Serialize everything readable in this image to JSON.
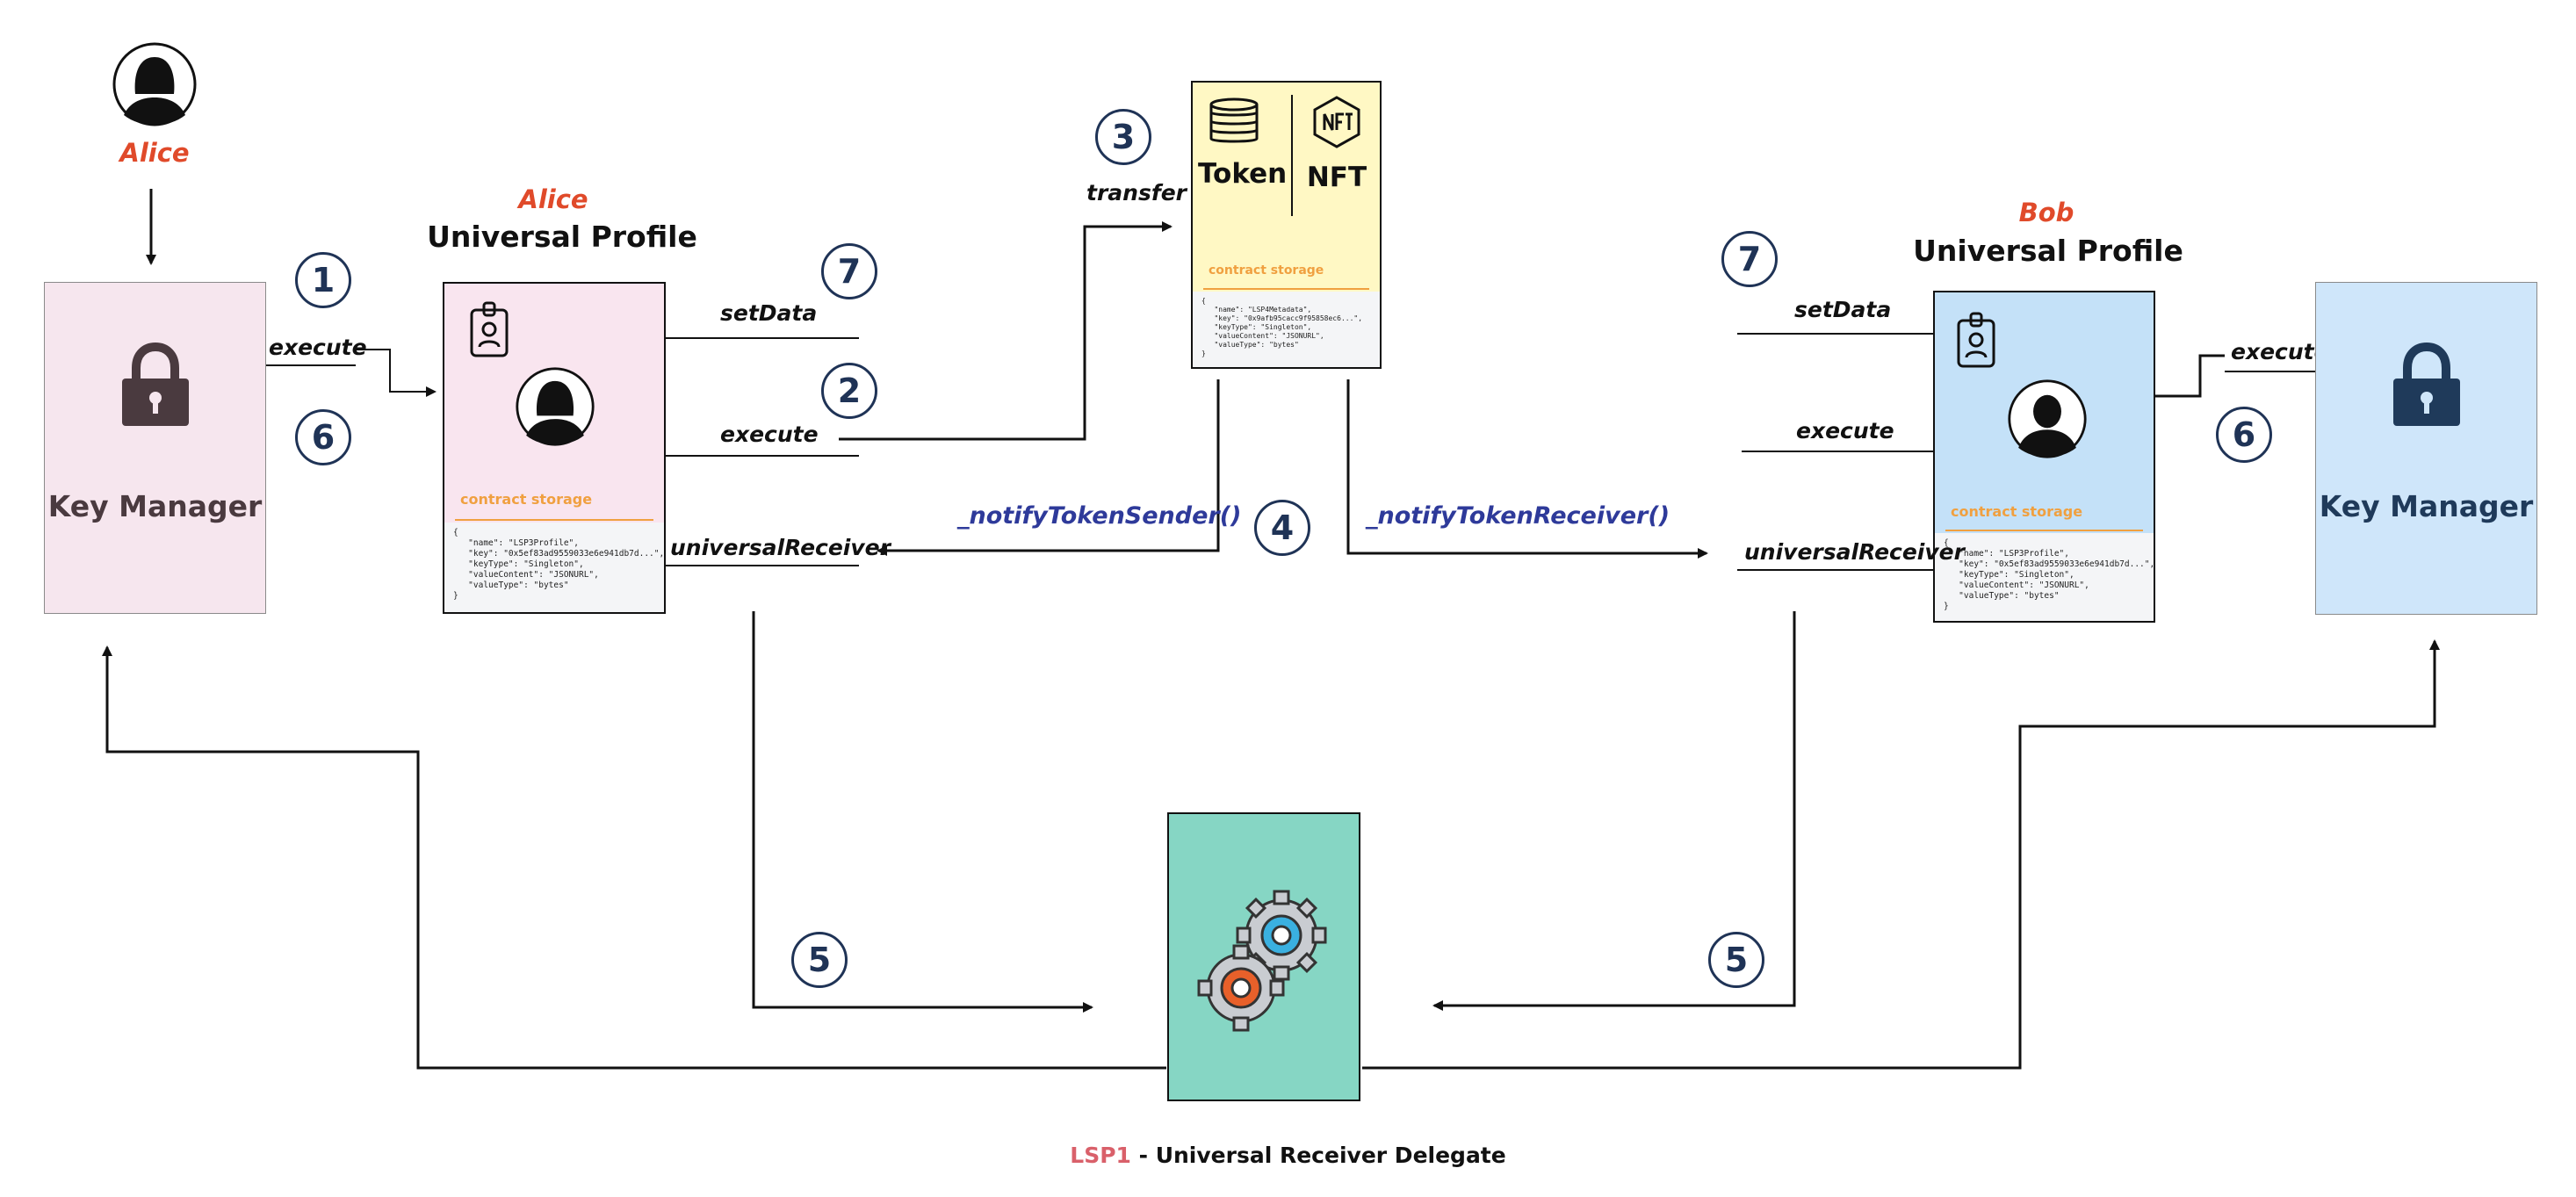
{
  "alice_actor": {
    "name": "Alice"
  },
  "key_manager_left": {
    "title": "Key Manager"
  },
  "key_manager_right": {
    "title": "Key Manager"
  },
  "alice_profile": {
    "owner": "Alice",
    "title": "Universal Profile",
    "storage_label": "contract storage",
    "storage_code": "{\n   \"name\": \"LSP3Profile\",\n   \"key\": \"0x5ef83ad9559033e6e941db7d...\",\n   \"keyType\": \"Singleton\",\n   \"valueContent\": \"JSONURL\",\n   \"valueType\": \"bytes\"\n}"
  },
  "bob_profile": {
    "owner": "Bob",
    "title": "Universal Profile",
    "storage_label": "contract storage",
    "storage_code": "{\n   \"name\": \"LSP3Profile\",\n   \"key\": \"0x5ef83ad9559033e6e941db7d...\",\n   \"keyType\": \"Singleton\",\n   \"valueContent\": \"JSONURL\",\n   \"valueType\": \"bytes\"\n}"
  },
  "asset": {
    "token_label": "Token",
    "nft_label": "NFT",
    "storage_label": "contract storage",
    "storage_code": "{\n   \"name\": \"LSP4Metadata\",\n   \"key\": \"0x9afb95cacc9f95858ec6...\",\n   \"keyType\": \"Singleton\",\n   \"valueContent\": \"JSONURL\",\n   \"valueType\": \"bytes\"\n}"
  },
  "labels": {
    "execute_left_km": "execute",
    "setdata_alice": "setData",
    "execute_alice": "execute",
    "universal_receiver_alice": "universalReceiver",
    "transfer": "transfer",
    "notify_sender": "_notifyTokenSender()",
    "notify_receiver": "_notifyTokenReceiver()",
    "setdata_bob": "setData",
    "execute_bob": "execute",
    "universal_receiver_bob": "universalReceiver",
    "execute_right_km": "execute"
  },
  "steps": {
    "s1": "1",
    "s6_left": "6",
    "s7_alice": "7",
    "s2": "2",
    "s3": "3",
    "s4": "4",
    "s7_bob": "7",
    "s6_right": "6",
    "s5_left": "5",
    "s5_right": "5"
  },
  "caption": {
    "prefix": "LSP1",
    "text": " - Universal Receiver Delegate"
  },
  "colors": {
    "key_manager_left_bg": "#f6e6ee",
    "alice_profile_bg": "#f9e5ef",
    "bob_profile_bg": "#c4e1f8",
    "key_manager_right_bg": "#cfe6fa",
    "asset_bg": "#fff8c4",
    "urd_bg": "#86d6c4",
    "step_ring": "#1f3356",
    "function_text": "#2e3a9a",
    "owner_text": "#e04a2a",
    "storage_accent": "#f0a040"
  },
  "icons": {
    "alice_avatar": "female-user-icon",
    "key_manager": "padlock-icon",
    "profile_badge": "id-badge-icon",
    "bob_avatar": "male-user-icon",
    "token": "coin-stack-icon",
    "nft": "nft-hexagon-icon",
    "urd": "gears-icon"
  }
}
